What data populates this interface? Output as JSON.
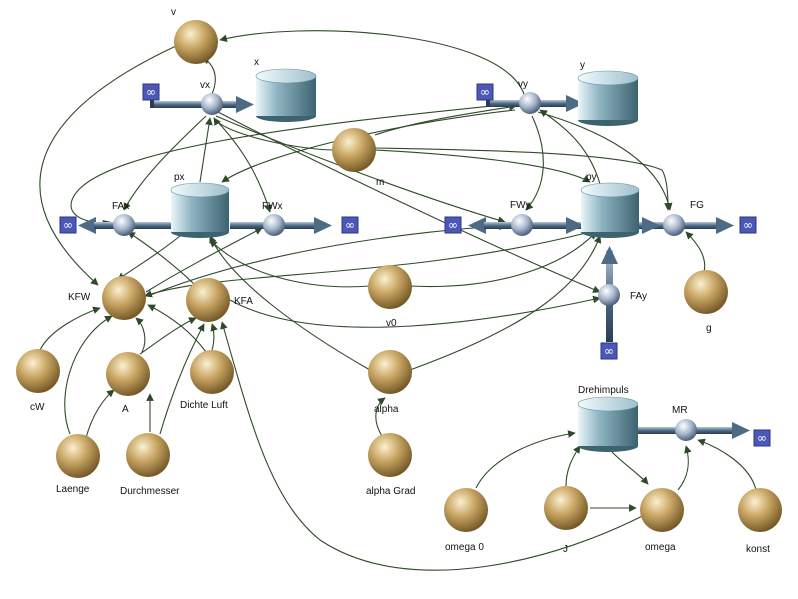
{
  "diagram": {
    "nodes": [
      {
        "id": "v",
        "label": "v",
        "kind": "converter"
      },
      {
        "id": "x",
        "label": "x",
        "kind": "stock"
      },
      {
        "id": "vx",
        "label": "vx",
        "kind": "flow"
      },
      {
        "id": "y",
        "label": "y",
        "kind": "stock"
      },
      {
        "id": "vy",
        "label": "vy",
        "kind": "flow"
      },
      {
        "id": "m",
        "label": "m",
        "kind": "converter"
      },
      {
        "id": "px",
        "label": "px",
        "kind": "stock"
      },
      {
        "id": "FAx",
        "label": "FAx",
        "kind": "flow"
      },
      {
        "id": "FWx",
        "label": "FWx",
        "kind": "flow"
      },
      {
        "id": "py",
        "label": "py",
        "kind": "stock"
      },
      {
        "id": "FWy",
        "label": "FWy",
        "kind": "flow"
      },
      {
        "id": "FG",
        "label": "FG",
        "kind": "flow"
      },
      {
        "id": "FAy",
        "label": "FAy",
        "kind": "flow"
      },
      {
        "id": "g",
        "label": "g",
        "kind": "converter"
      },
      {
        "id": "KFW",
        "label": "KFW",
        "kind": "converter"
      },
      {
        "id": "KFA",
        "label": "KFA",
        "kind": "converter"
      },
      {
        "id": "v0",
        "label": "v0",
        "kind": "converter"
      },
      {
        "id": "cW",
        "label": "cW",
        "kind": "converter"
      },
      {
        "id": "A",
        "label": "A",
        "kind": "converter"
      },
      {
        "id": "DichteLuft",
        "label": "Dichte Luft",
        "kind": "converter"
      },
      {
        "id": "alpha",
        "label": "alpha",
        "kind": "converter"
      },
      {
        "id": "Laenge",
        "label": "Laenge",
        "kind": "converter"
      },
      {
        "id": "Durchmesser",
        "label": "Durchmesser",
        "kind": "converter"
      },
      {
        "id": "alphaGrad",
        "label": "alpha Grad",
        "kind": "converter"
      },
      {
        "id": "Drehimpuls",
        "label": "Drehimpuls",
        "kind": "stock"
      },
      {
        "id": "MR",
        "label": "MR",
        "kind": "flow"
      },
      {
        "id": "omega0",
        "label": "omega 0",
        "kind": "converter"
      },
      {
        "id": "J",
        "label": "J",
        "kind": "converter"
      },
      {
        "id": "omega",
        "label": "omega",
        "kind": "converter"
      },
      {
        "id": "konst",
        "label": "konst",
        "kind": "converter"
      }
    ],
    "infinity_symbol": "∞",
    "colors": {
      "sphere_light": "#fbf0cf",
      "sphere_mid": "#c9a664",
      "sphere_dark": "#6e5322",
      "stock_light": "#eaf6fa",
      "stock_mid": "#8fb5c2",
      "stock_dark": "#3d6270",
      "valve_light": "#ffffff",
      "valve_dark": "#3a4d66",
      "pipe": "#4e6b86",
      "cloud_box": "#4c58b8",
      "connector": "#2f4a2a"
    }
  }
}
